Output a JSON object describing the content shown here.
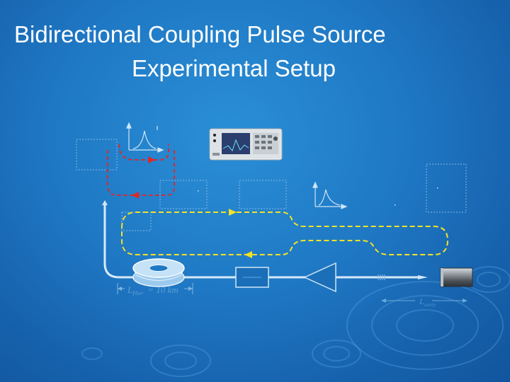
{
  "slide": {
    "title_line1": "Bidirectional Coupling Pulse Source",
    "title_line2": "Experimental Setup"
  },
  "diagram": {
    "fiber_label": "L",
    "fiber_label_sub": "fiber",
    "fiber_length": "= 10 km",
    "cavity_label": "L",
    "cavity_label_sub": "cavity",
    "icons": [
      "spectrum-analyzer-icon",
      "fiber-spool-icon",
      "isolator-icon",
      "amplifier-icon",
      "laser-diode-icon",
      "pulse-spectrum-icon"
    ],
    "colors": {
      "background": "#1f78c4",
      "red_loop": "#e02828",
      "yellow_loop": "#f2e227",
      "fiber": "#cfe6f7",
      "box_outline": "#9fc6e8"
    }
  }
}
